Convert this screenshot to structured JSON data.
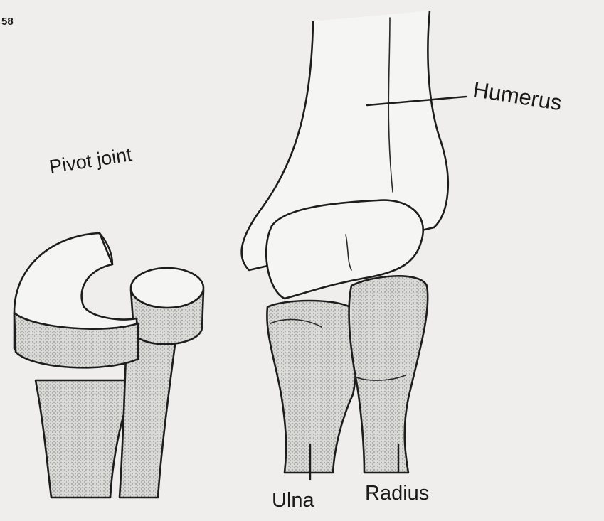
{
  "page_number": "58",
  "labels": {
    "pivot_joint": "Pivot joint",
    "humerus": "Humerus",
    "ulna": "Ulna",
    "radius": "Radius"
  },
  "colors": {
    "background": "#efeeec",
    "bone_fill": "#f5f5f3",
    "outline": "#1d1d1d",
    "stipple": "#7a7a7a"
  }
}
